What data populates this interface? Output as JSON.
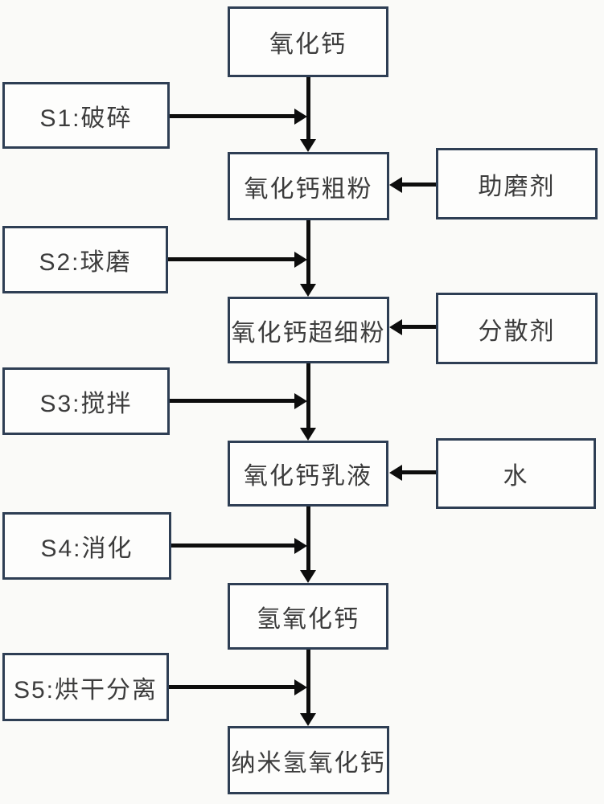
{
  "diagram": {
    "type": "process-flowchart",
    "nodes": {
      "start": {
        "label": "氧化钙"
      },
      "s1": {
        "label": "S1:破碎"
      },
      "coarse_powder": {
        "label": "氧化钙粗粉"
      },
      "grinding_aid": {
        "label": "助磨剂"
      },
      "s2": {
        "label": "S2:球磨"
      },
      "ultrafine_powder": {
        "label": "氧化钙超细粉"
      },
      "dispersant": {
        "label": "分散剂"
      },
      "s3": {
        "label": "S3:搅拌"
      },
      "emulsion": {
        "label": "氧化钙乳液"
      },
      "water": {
        "label": "水"
      },
      "s4": {
        "label": "S4:消化"
      },
      "calcium_hydroxide": {
        "label": "氢氧化钙"
      },
      "s5": {
        "label": "S5:烘干分离"
      },
      "nano_hydroxide": {
        "label": "纳米氢氧化钙"
      }
    },
    "edges": [
      {
        "from": "氧化钙",
        "to": "氧化钙粗粉",
        "step": "S1:破碎"
      },
      {
        "from": "助磨剂",
        "to": "氧化钙粗粉"
      },
      {
        "from": "氧化钙粗粉",
        "to": "氧化钙超细粉",
        "step": "S2:球磨"
      },
      {
        "from": "分散剂",
        "to": "氧化钙超细粉"
      },
      {
        "from": "氧化钙超细粉",
        "to": "氧化钙乳液",
        "step": "S3:搅拌"
      },
      {
        "from": "水",
        "to": "氧化钙乳液"
      },
      {
        "from": "氧化钙乳液",
        "to": "氢氧化钙",
        "step": "S4:消化"
      },
      {
        "from": "氢氧化钙",
        "to": "纳米氢氧化钙",
        "step": "S5:烘干分离"
      }
    ],
    "colors": {
      "background": "#fafaf8",
      "box_fill": "#fdfdfc",
      "box_border": "#2e3e54",
      "arrow": "#0d0d0d",
      "text": "#3c3c3c"
    }
  }
}
